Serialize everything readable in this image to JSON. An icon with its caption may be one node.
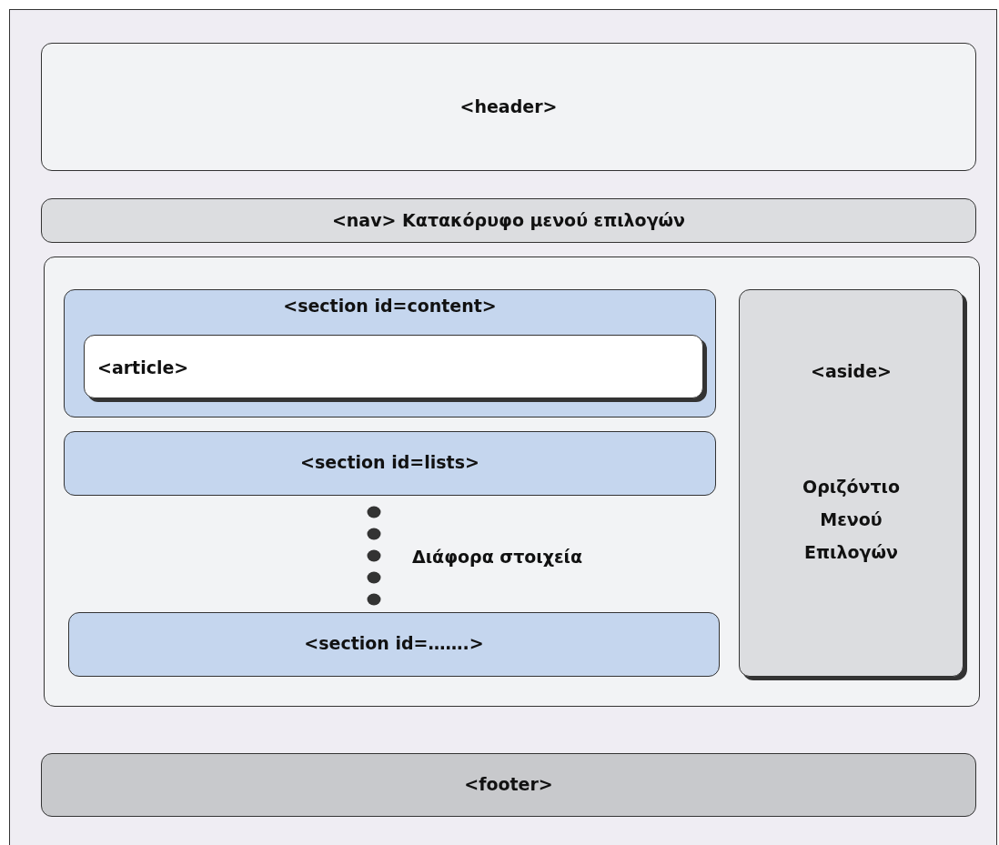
{
  "diagram": {
    "nodes": [
      {
        "text": [
          "<header>"
        ]
      },
      {
        "text": [
          "<nav> Κατακόρυφο μενού επιλογών"
        ]
      },
      {
        "text": [],
        "shape": "box"
      },
      {
        "text": [
          "<section id=content>"
        ],
        "in": 2
      },
      {
        "text": [
          "<article>"
        ],
        "in": 3
      },
      {
        "text": [
          "<section id=lists>"
        ],
        "in": 2
      },
      {
        "text": [
          "<section id=…….>"
        ],
        "in": 2
      },
      {
        "text": [
          "<aside>",
          "Οριζόντιο Μενού Επιλογών"
        ],
        "in": 2
      },
      {
        "text": [
          "<footer>"
        ]
      }
    ],
    "labels": [
      "Διάφορα στοιχεία"
    ]
  }
}
